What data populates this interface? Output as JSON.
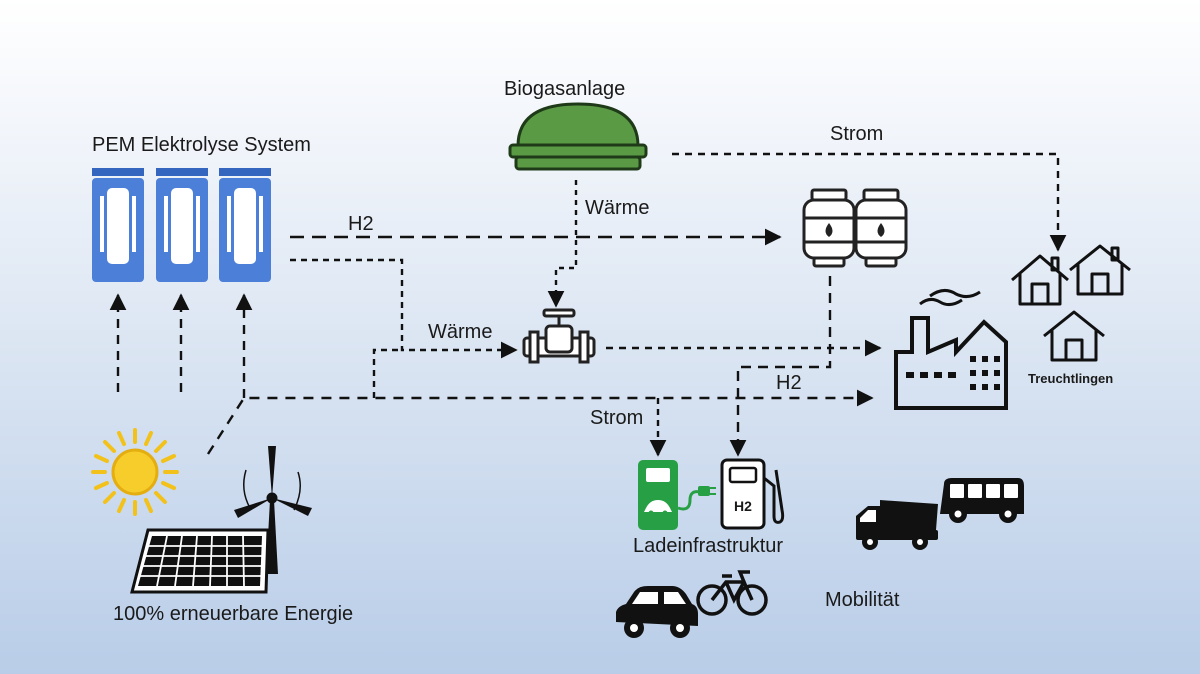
{
  "labels": {
    "pem": "PEM Elektrolyse System",
    "biogas": "Biogasanlage",
    "strom_top": "Strom",
    "waerme_vertical": "Wärme",
    "h2_top": "H2",
    "waerme_mid": "Wärme",
    "h2_right": "H2",
    "strom_mid": "Strom",
    "town": "Treuchtlingen",
    "charging": "Ladeinfrastruktur",
    "h2_pump_symbol": "H2",
    "mobility": "Mobilität",
    "renewables": "100% erneuerbare Energie"
  },
  "icons": {
    "electrolyzer": "electrolyzer-stack-icon",
    "biogas": "biogas-dome-icon",
    "storage": "hydrogen-tank-icon",
    "houses": "house-icon",
    "factory": "factory-icon",
    "valve": "pipe-valve-icon",
    "sun": "sun-icon",
    "wind": "wind-turbine-icon",
    "solar": "solar-panel-icon",
    "charger": "ev-charger-icon",
    "h2pump": "h2-fuel-pump-icon",
    "truck": "truck-icon",
    "bus": "bus-icon",
    "car": "car-icon",
    "bike": "bicycle-icon"
  },
  "colors": {
    "electrolyzer_blue": "#4b7fd8",
    "biogas_green": "#5b9a45",
    "charger_green": "#27a045",
    "sun_yellow": "#f2c21b",
    "line": "#111111"
  }
}
